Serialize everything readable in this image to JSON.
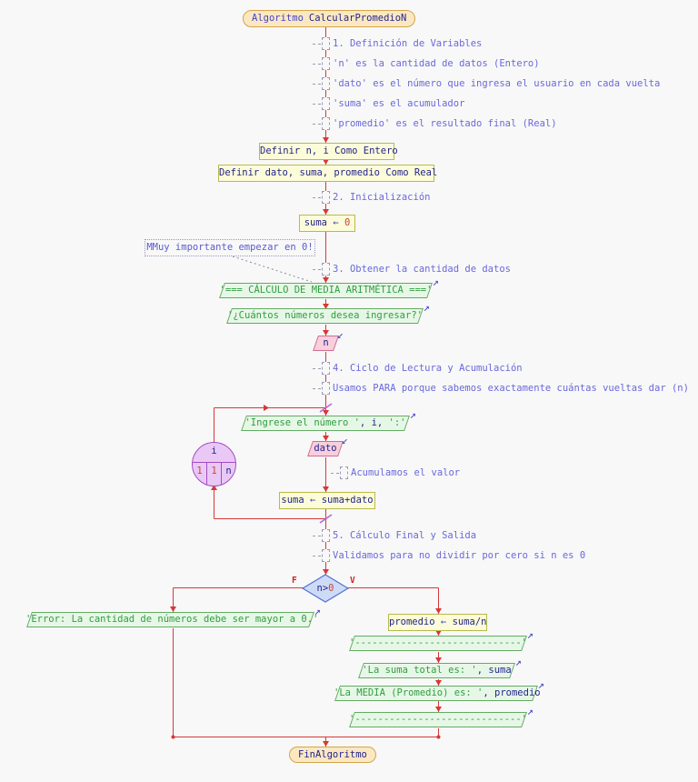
{
  "start": {
    "keyword": "Algoritmo",
    "name": "CalcularPromedioN"
  },
  "end": {
    "label": "FinAlgoritmo"
  },
  "comments": [
    {
      "text": "1. Definición de Variables"
    },
    {
      "text": "'n' es la cantidad de datos (Entero)"
    },
    {
      "text": "'dato' es el número que ingresa el usuario en cada vuelta"
    },
    {
      "text": "'suma' es el acumulador"
    },
    {
      "text": "'promedio' es el resultado final (Real)"
    },
    {
      "text": "2. Inicialización"
    },
    {
      "text": "3. Obtener la cantidad de datos"
    },
    {
      "text": "4. Ciclo de Lectura y Acumulación"
    },
    {
      "text": "Usamos PARA porque sabemos exactamente cuántas vueltas dar (n)"
    },
    {
      "text": "Acumulamos el valor"
    },
    {
      "text": "5. Cálculo Final y Salida"
    },
    {
      "text": "Validamos para no dividir por cero si n es 0"
    }
  ],
  "note": {
    "text": "MMuy importante empezar en 0!"
  },
  "declares": [
    {
      "text": "Definir n, i Como Entero"
    },
    {
      "text": "Definir dato, suma, promedio Como Real"
    }
  ],
  "assigns": [
    {
      "lhs": "suma",
      "op": "←",
      "rhs": "0"
    },
    {
      "lhs": "suma",
      "op": "←",
      "rhs": "suma+dato"
    },
    {
      "lhs": "promedio",
      "op": "←",
      "rhs": "suma/n"
    }
  ],
  "outputs": [
    {
      "a": "'=== CÁLCULO DE MEDIA ARITMÉTICA ==='",
      "b": "",
      "c": ""
    },
    {
      "a": "'¿Cuántos números desea ingresar?'",
      "b": "",
      "c": ""
    },
    {
      "a": "'Ingrese el número '",
      "b": ", i, ",
      "c": "':'"
    },
    {
      "a": "'Error: La cantidad de números debe ser mayor a 0.'",
      "b": "",
      "c": ""
    },
    {
      "a": "'-----------------------------'",
      "b": "",
      "c": ""
    },
    {
      "a": "'La suma total es: '",
      "b": ", suma",
      "c": ""
    },
    {
      "a": "'La MEDIA (Promedio) es: '",
      "b": ", promedio",
      "c": ""
    },
    {
      "a": "'-----------------------------'",
      "b": "",
      "c": ""
    }
  ],
  "inputs": [
    {
      "var": "n"
    },
    {
      "var": "dato"
    }
  ],
  "loop": {
    "var": "i",
    "from": "1",
    "step": "1",
    "to": "n"
  },
  "decision": {
    "lhs": "n>",
    "rhs": "0",
    "true_label": "V",
    "false_label": "F"
  },
  "icons": {
    "output_arrow": "↗",
    "input_arrow": "↙"
  },
  "colors": {
    "connector": "#d63838",
    "slash": "#b565cf",
    "process_fill": "#fcfcd9",
    "process_border": "#b9b94e",
    "output_fill": "#e7f7e7",
    "output_border": "#64ab64",
    "output_text": "#2f9e3f",
    "input_fill": "#f8cfdd",
    "input_border": "#cf6f8e",
    "loop_fill": "#eac8f5",
    "loop_border": "#a14cc4",
    "decision_fill": "#cedbf7",
    "decision_border": "#5272d2",
    "terminal_fill": "#fbe8c2",
    "terminal_border": "#d3a54b",
    "comment_text": "#6968dc",
    "keyword_text": "#24248c",
    "number_text": "#cc4433"
  }
}
